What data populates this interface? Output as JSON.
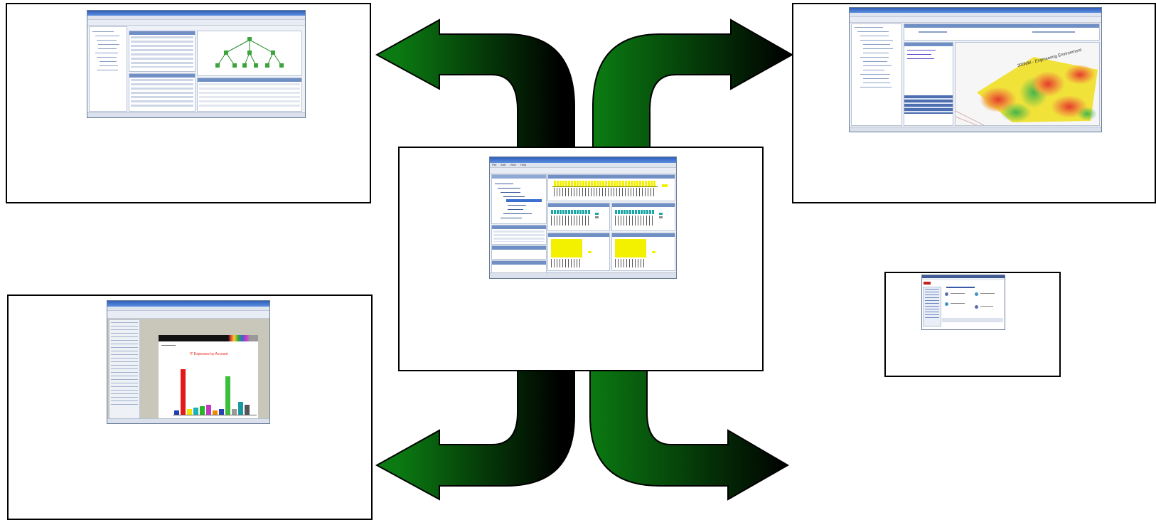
{
  "colors": {
    "arrow_light": "#0b7a12",
    "arrow_dark": "#000000",
    "frame_border": "#000000",
    "heat_red": "#e53b2b",
    "heat_yellow": "#f1e23a",
    "heat_green": "#46b54a",
    "bar_yellow": "#f3f000",
    "bar_teal": "#1aa7a6"
  },
  "icons": [
    "arrow-up-left",
    "arrow-up-right",
    "arrow-down-left",
    "arrow-down-right"
  ],
  "screenshots": {
    "center": {
      "subject": "monitoring console",
      "menu": [
        "File",
        "Edit",
        "View",
        "Help"
      ]
    },
    "top_left": {
      "subject": "network topology tree view"
    },
    "top_right": {
      "subject": "heat map floor plan",
      "heat_label": "300MM - Engineering Environment"
    },
    "bottom_left": {
      "subject": "bar chart report",
      "chart_title": "IT Expenses by Account"
    },
    "bottom_right": {
      "subject": "web portal welcome page"
    }
  }
}
